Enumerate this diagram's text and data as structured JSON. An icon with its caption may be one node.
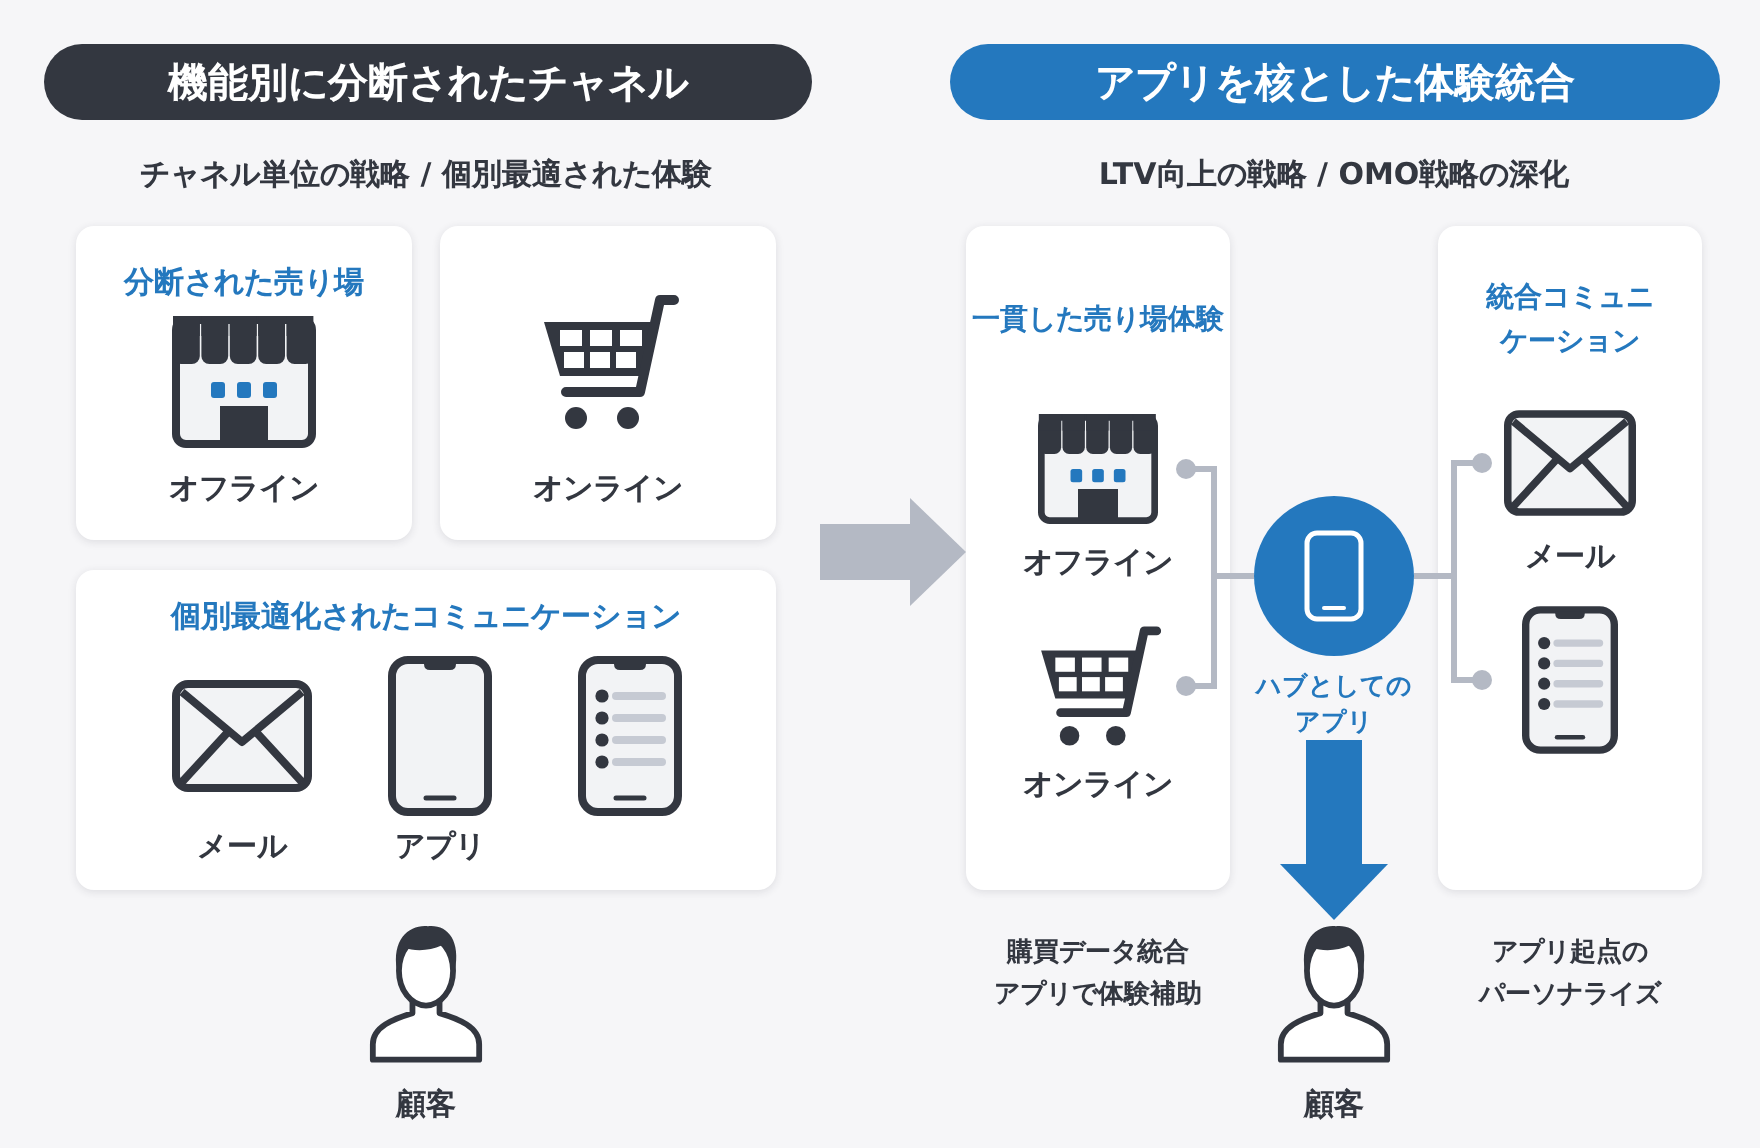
{
  "diagram": {
    "nodes": [
      {
        "text": [
          "機能別に分断されたチャネル"
        ]
      },
      {
        "text": [
          "分断された売り場",
          "オフライン"
        ]
      },
      {
        "text": [
          "オンライン"
        ]
      },
      {
        "text": [
          "個別最適化されたコミュニケーション",
          "メール",
          "アプリ"
        ]
      },
      {
        "text": [
          "顧客"
        ]
      },
      {
        "text": [
          "アプリを核とした体験統合"
        ]
      },
      {
        "text": [
          "一貫した売り場体験"
        ],
        "beside": [
          "購買データ統合",
          "アプリで体験補助"
        ]
      },
      {
        "text": [
          "オフライン"
        ],
        "in": 6
      },
      {
        "text": [
          "オンライン"
        ],
        "in": 6
      },
      {
        "text": [
          "ハブとしてのアプリ"
        ]
      },
      {
        "text": [
          "統合コミュニケーション"
        ],
        "beside": [
          "アプリ起点のパーソナライズ"
        ]
      },
      {
        "text": [
          "メール"
        ],
        "in": 10
      },
      {
        "text": [],
        "shape": "picture",
        "in": 10
      },
      {
        "text": [
          "顧客"
        ]
      }
    ],
    "edges": [
      {
        "from": null,
        "to": 6,
        "arrow": "to",
        "style": "thick"
      },
      {
        "from": 7,
        "to": 9,
        "arrow": "other"
      },
      {
        "from": 8,
        "to": 9,
        "arrow": "other"
      },
      {
        "from": 11,
        "to": 9,
        "arrow": "other"
      },
      {
        "from": 12,
        "to": 9,
        "arrow": "other"
      },
      {
        "from": 9,
        "to": 13,
        "arrow": "to",
        "style": "thick",
        "color": "#2478be"
      }
    ],
    "labels": [
      "チャネル単位の戦略 / 個別最適された体験",
      "LTV向上の戦略 / OMO戦略の深化"
    ]
  }
}
